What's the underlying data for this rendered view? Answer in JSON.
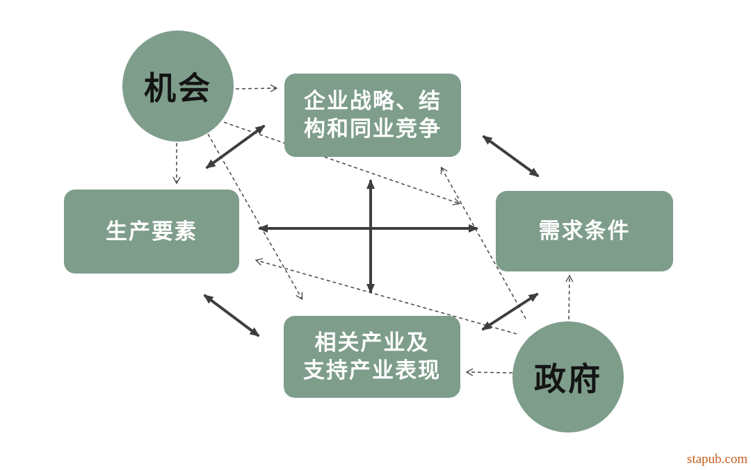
{
  "diagram": {
    "name": "porter-diamond-model",
    "nodes": {
      "chance": {
        "label": "机会",
        "shape": "circle"
      },
      "government": {
        "label": "政府",
        "shape": "circle"
      },
      "strategy": {
        "label": "企业战略、结构和同业竞争",
        "lines": [
          "企业战略、结",
          "构和同业竞争"
        ],
        "shape": "rounded-box"
      },
      "factors": {
        "label": "生产要素",
        "lines": [
          "生产要素"
        ],
        "shape": "rounded-box"
      },
      "demand": {
        "label": "需求条件",
        "lines": [
          "需求条件"
        ],
        "shape": "rounded-box"
      },
      "related": {
        "label": "相关产业及支持产业表现",
        "lines": [
          "相关产业及",
          "支持产业表现"
        ],
        "shape": "rounded-box"
      }
    },
    "edges": {
      "solid_bidirectional": [
        {
          "from": "生产要素",
          "to": "企业战略、结构和同业竞争"
        },
        {
          "from": "企业战略、结构和同业竞争",
          "to": "需求条件"
        },
        {
          "from": "生产要素",
          "to": "需求条件"
        },
        {
          "from": "企业战略、结构和同业竞争",
          "to": "相关产业及支持产业表现"
        },
        {
          "from": "生产要素",
          "to": "相关产业及支持产业表现"
        },
        {
          "from": "需求条件",
          "to": "相关产业及支持产业表现"
        }
      ],
      "dashed_directional": [
        {
          "from": "机会",
          "to": "企业战略、结构和同业竞争"
        },
        {
          "from": "机会",
          "to": "生产要素"
        },
        {
          "from": "机会",
          "to": "需求条件"
        },
        {
          "from": "机会",
          "to": "相关产业及支持产业表现"
        },
        {
          "from": "政府",
          "to": "相关产业及支持产业表现"
        },
        {
          "from": "政府",
          "to": "需求条件"
        },
        {
          "from": "政府",
          "to": "企业战略、结构和同业竞争"
        },
        {
          "from": "政府",
          "to": "生产要素"
        }
      ]
    },
    "colors": {
      "node_fill": "#7E9D8B",
      "box_text": "#FFFFFF",
      "circle_text": "#141414",
      "solid_arrow": "#3E3E3E",
      "dashed_arrow": "#4F4F4F",
      "background": "#FFFFFF",
      "watermark": "#C55F1E"
    }
  },
  "watermark": {
    "text": "stapub.com"
  }
}
